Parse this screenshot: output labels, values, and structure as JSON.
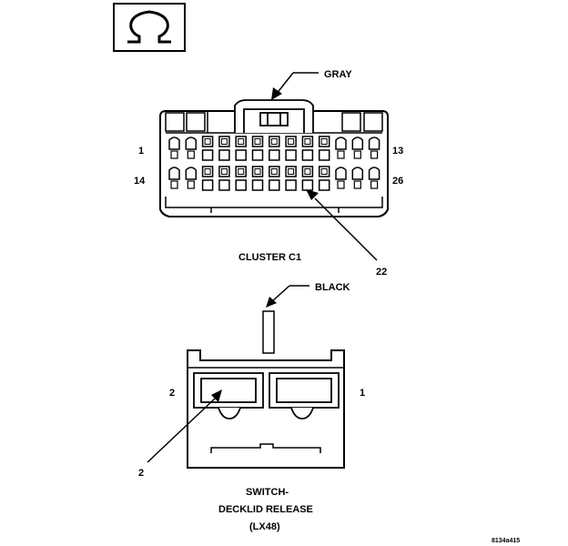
{
  "symbol": {
    "icon": "omega-icon"
  },
  "connector_c1": {
    "color_label": "GRAY",
    "pin_1": "1",
    "pin_13": "13",
    "pin_14": "14",
    "pin_26": "26",
    "callout_pin": "22",
    "name": "CLUSTER C1"
  },
  "connector_switch": {
    "color_label": "BLACK",
    "pin_2": "2",
    "pin_1": "1",
    "callout_pin": "2",
    "name_line1": "SWITCH-",
    "name_line2": "DECKLID RELEASE",
    "name_line3": "(LX48)"
  },
  "figure_id": "8134a415"
}
